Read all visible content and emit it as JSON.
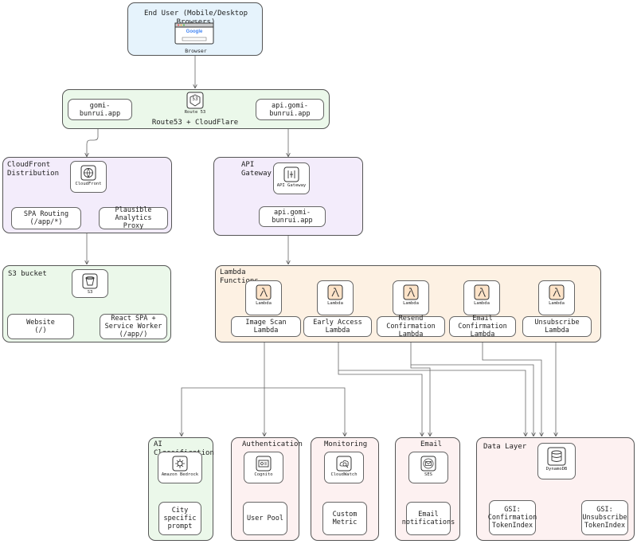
{
  "end_user": {
    "title": "End User (Mobile/Desktop Browsers)",
    "icon": "browser-icon",
    "icon_label": "Browser",
    "logo_text": "Google"
  },
  "dns": {
    "title": "Route53 + CloudFlare",
    "icon": "route53-icon",
    "icon_label": "Route 53",
    "left_domain": "gomi-bunrui.app",
    "right_domain": "api.gomi-bunrui.app",
    "badge_text": "53"
  },
  "cloudfront": {
    "title": "CloudFront\nDistribution",
    "icon": "cloudfront-icon",
    "icon_label": "CloudFront",
    "nodes": [
      "SPA Routing\n(/app/*)",
      "Plausible Analytics\nProxy"
    ]
  },
  "api_gateway": {
    "title": "API\nGateway",
    "icon": "api-gateway-icon",
    "icon_label": "API Gateway",
    "node": "api.gomi-bunrui.app"
  },
  "s3": {
    "title": "S3 bucket",
    "icon": "s3-icon",
    "icon_label": "S3",
    "nodes": [
      "Website\n(/)",
      "React SPA +\nService Worker\n(/app/)"
    ]
  },
  "lambda": {
    "title": "Lambda\nFunctions",
    "icon": "lambda-icon",
    "icon_label": "Lambda",
    "functions": [
      "Image Scan Lambda",
      "Early Access\nLambda",
      "Resend Confirmation\nLambda",
      "Email Confirmation\nLambda",
      "Unsubscribe Lambda"
    ]
  },
  "ai": {
    "title": "AI Classification",
    "icon": "bedrock-icon",
    "icon_label": "Amazon Bedrock",
    "node": "City specific\nprompt"
  },
  "auth": {
    "title": "Authentication",
    "icon": "cognito-icon",
    "icon_label": "Cognito",
    "node": "User Pool"
  },
  "monitoring": {
    "title": "Monitoring",
    "icon": "cloudwatch-icon",
    "icon_label": "CloudWatch",
    "node": "Custom\nMetric"
  },
  "email": {
    "title": "Email",
    "icon": "ses-icon",
    "icon_label": "SES",
    "node": "Email\nnotifications"
  },
  "data": {
    "title": "Data Layer",
    "icon": "dynamodb-icon",
    "icon_label": "DynamoDB",
    "nodes": [
      "GSI:\nConfirmation\nTokenIndex",
      "GSI:\nUnsubscribe\nTokenIndex"
    ]
  },
  "colors": {
    "stroke": "#555555",
    "blue": "#e6f3fc",
    "green": "#ebf8ea",
    "purple": "#f3ecfb",
    "orange": "#fdf1e3",
    "pink": "#fdf1f1"
  }
}
